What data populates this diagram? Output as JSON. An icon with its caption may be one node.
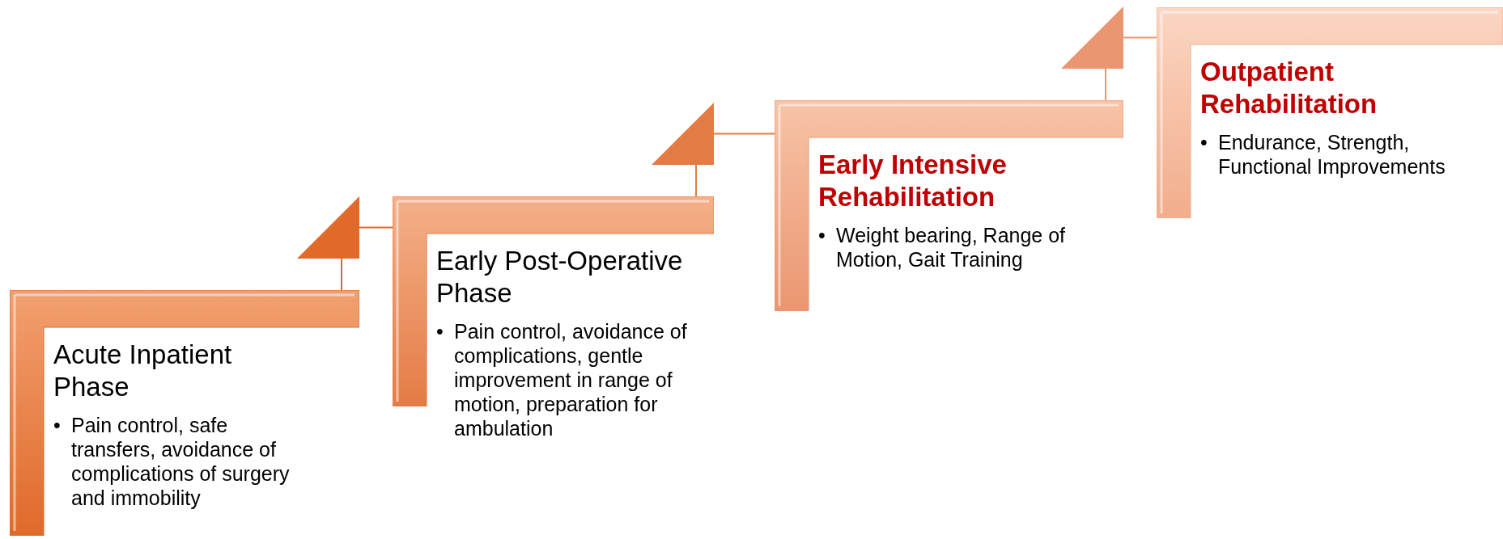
{
  "diagram": {
    "nodes": [
      {
        "text": [
          "Acute Inpatient Phase",
          "•",
          "Pain control, safe transfers, avoidance of complications of surgery and immobility"
        ]
      },
      {
        "text": [
          "Early Post-Operative Phase",
          "•",
          "Pain control, avoidance of complications, gentle improvement in range of motion, preparation for ambulation"
        ]
      },
      {
        "text": [
          "Early Intensive Rehabilitation",
          "•",
          "Weight bearing, Range of Motion, Gait Training"
        ]
      },
      {
        "text": [
          "Outpatient Rehabilitation",
          "•",
          "Endurance, Strength, Functional Improvements"
        ]
      }
    ],
    "edges": [
      {
        "from": 0,
        "to": 1,
        "arrow": "to"
      },
      {
        "from": 1,
        "to": 2,
        "arrow": "to"
      },
      {
        "from": 2,
        "to": 3,
        "arrow": "to"
      }
    ]
  }
}
